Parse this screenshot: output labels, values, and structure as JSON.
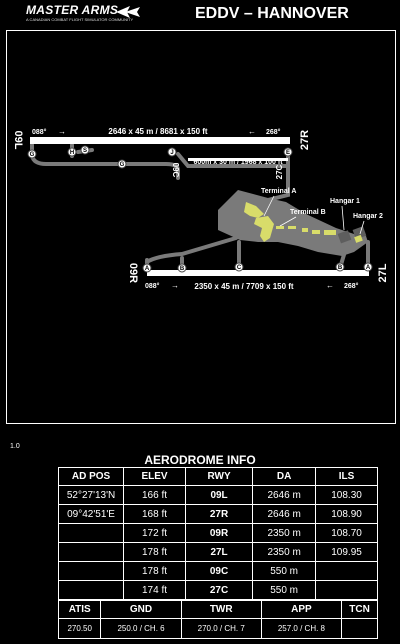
{
  "header": {
    "logo_main": "MASTER ARMS",
    "logo_sub": "A CANADIAN COMBAT FLIGHT SIMULATOR COMMUNITY",
    "title": "EDDV – HANNOVER"
  },
  "diagram": {
    "rwy_north": {
      "dim": "2646 x 45 m / 8681 x 150 ft",
      "end_left": "09L",
      "end_right": "27R",
      "hdg_left": "088°",
      "hdg_right": "268°"
    },
    "rwy_south": {
      "dim": "2350 x 45 m / 7709 x 150 ft",
      "end_left": "09R",
      "end_right": "27L",
      "hdg_left": "088°",
      "hdg_right": "268°"
    },
    "rwy_center": {
      "dim": "600m x 30 m / 1968 x 100 ft",
      "end_left": "09C",
      "end_right": "27C"
    },
    "labels": {
      "terminal_a": "Terminal A",
      "terminal_b": "Terminal B",
      "hangar_1": "Hangar 1",
      "hangar_2": "Hangar 2"
    },
    "taxi": {
      "g1": "G",
      "h": "H",
      "s": "S",
      "g2": "G",
      "j": "J",
      "e": "E",
      "a1": "A",
      "b1": "B",
      "c": "C",
      "b2": "B",
      "a2": "A"
    },
    "arrows": {
      "right": "→",
      "left": "←"
    }
  },
  "version": "1.0",
  "aerodrome": {
    "title": "AERODROME INFO",
    "headers": {
      "pos": "AD POS",
      "elev": "ELEV",
      "rwy": "RWY",
      "da": "DA",
      "ils": "ILS"
    },
    "pos": [
      "52°27'13'N",
      "09°42'51'E",
      "",
      "",
      "",
      ""
    ],
    "rows": [
      {
        "elev": "166 ft",
        "rwy": "09L",
        "da": "2646 m",
        "ils": "108.30"
      },
      {
        "elev": "168 ft",
        "rwy": "27R",
        "da": "2646 m",
        "ils": "108.90"
      },
      {
        "elev": "172 ft",
        "rwy": "09R",
        "da": "2350 m",
        "ils": "108.70"
      },
      {
        "elev": "178 ft",
        "rwy": "27L",
        "da": "2350 m",
        "ils": "109.95"
      },
      {
        "elev": "178 ft",
        "rwy": "09C",
        "da": "550 m",
        "ils": ""
      },
      {
        "elev": "174 ft",
        "rwy": "27C",
        "da": "550 m",
        "ils": ""
      }
    ]
  },
  "freq": {
    "headers": {
      "atis": "ATIS",
      "gnd": "GND",
      "twr": "TWR",
      "app": "APP",
      "tcn": "TCN"
    },
    "values": {
      "atis": "270.50",
      "gnd": "250.0 / CH. 6",
      "twr": "270.0 / CH. 7",
      "app": "257.0 / CH. 8",
      "tcn": ""
    }
  }
}
